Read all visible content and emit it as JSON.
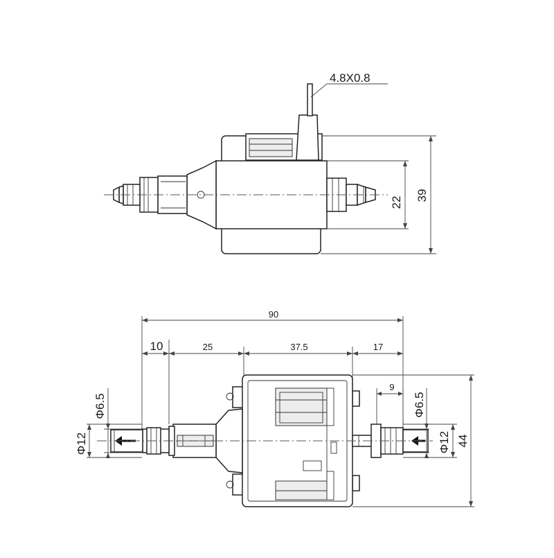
{
  "top_view": {
    "terminal_label": "4.8X0.8",
    "height_inner": "22",
    "height_outer": "39"
  },
  "bottom_view": {
    "total_length": "90",
    "seg_inlet": "10",
    "seg_neck": "25",
    "seg_body": "37.5",
    "seg_outlet": "17",
    "outlet_tip": "9",
    "left_inner_dia": "Φ6.5",
    "left_outer_dia": "Φ12",
    "right_inner_dia": "Φ6.5",
    "right_outer_dia": "Φ12",
    "body_height": "44"
  }
}
